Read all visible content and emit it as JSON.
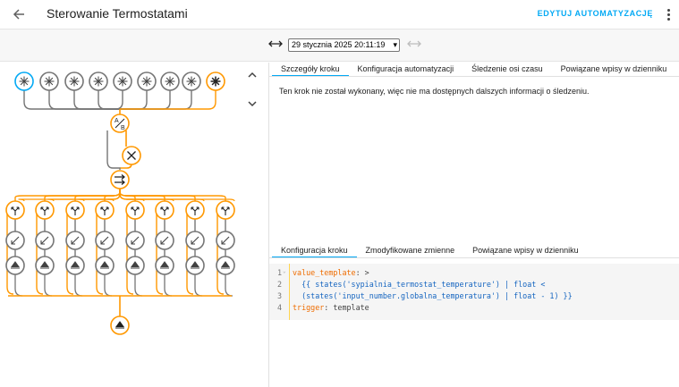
{
  "header": {
    "back_icon": "arrow-left-icon",
    "title": "Sterowanie Termostatami",
    "edit_label": "EDYTUJ AUTOMATYZACJĘ",
    "menu_icon": "dots-vertical-icon"
  },
  "timeline": {
    "prev_icon": "arrow-left-right-icon",
    "next_icon": "arrow-left-right-icon",
    "selected_run": "29 stycznia 2025 20:11:19"
  },
  "graph": {
    "nav_up_icon": "chevron-up-icon",
    "nav_down_icon": "chevron-down-icon",
    "choose_label_top": "A",
    "choose_label_bottom": "B",
    "colors": {
      "active": "#ff9800",
      "inactive": "#757575",
      "selected": "#03a9f4"
    }
  },
  "top_tabs": [
    {
      "label": "Szczegóły kroku",
      "active": true
    },
    {
      "label": "Konfiguracja automatyzacji",
      "active": false
    },
    {
      "label": "Śledzenie osi czasu",
      "active": false
    },
    {
      "label": "Powiązane wpisy w dzienniku",
      "active": false
    }
  ],
  "trace_message": "Ten krok nie został wykonany, więc nie ma dostępnych dalszych informacji o śledzeniu.",
  "bottom_tabs": [
    {
      "label": "Konfiguracja kroku",
      "active": true
    },
    {
      "label": "Zmodyfikowane zmienne",
      "active": false
    },
    {
      "label": "Powiązane wpisy w dzienniku",
      "active": false
    }
  ],
  "code": {
    "line_numbers": [
      "1",
      "2",
      "3",
      "4"
    ],
    "line1_key": "value_template",
    "line1_rest": ": >",
    "line2": "  {{ states('sypialnia_termostat_temperature') | float <",
    "line3": "  (states('input_number.globalna_temperatura') | float - 1) }}",
    "line4_key": "trigger",
    "line4_rest": ": template"
  }
}
